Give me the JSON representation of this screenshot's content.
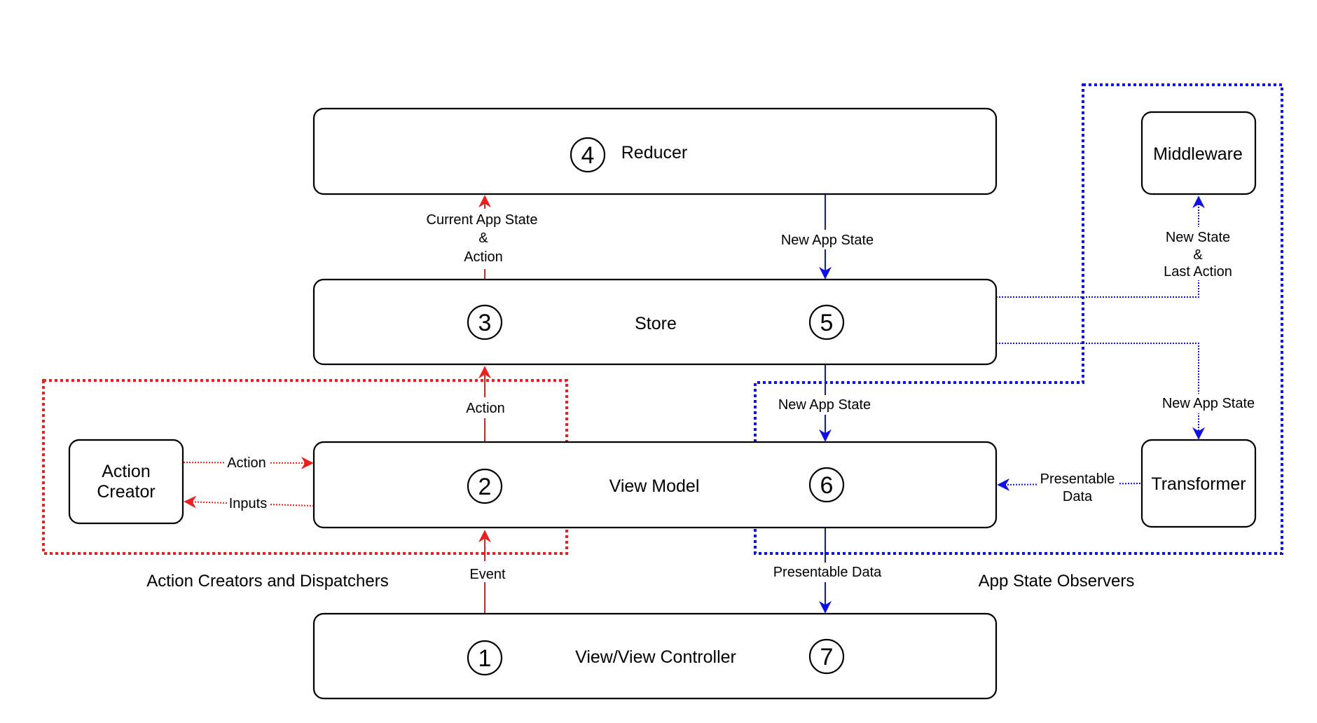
{
  "colors": {
    "red": "#e8201e",
    "blue": "#1010e6",
    "black": "#000000"
  },
  "boxes": {
    "reducer": "Reducer",
    "store": "Store",
    "view_model": "View Model",
    "view_controller": "View/View Controller",
    "action_creator_line1": "Action",
    "action_creator_line2": "Creator",
    "middleware": "Middleware",
    "transformer": "Transformer"
  },
  "steps": {
    "s1": "1",
    "s2": "2",
    "s3": "3",
    "s4": "4",
    "s5": "5",
    "s6": "6",
    "s7": "7"
  },
  "edges": {
    "event": "Event",
    "action_up": "Action",
    "current_state_1": "Current App State",
    "current_state_2": "&",
    "current_state_3": "Action",
    "new_state_reducer": "New App State",
    "new_state_store": "New App State",
    "presentable_data_down": "Presentable Data",
    "creator_action": "Action",
    "creator_inputs": "Inputs",
    "middleware_1": "New State",
    "middleware_2": "&",
    "middleware_3": "Last Action",
    "transformer_in": "New App State",
    "transformer_out_1": "Presentable",
    "transformer_out_2": "Data"
  },
  "groups": {
    "action_creators": "Action Creators and Dispatchers",
    "observers": "App State Observers"
  }
}
